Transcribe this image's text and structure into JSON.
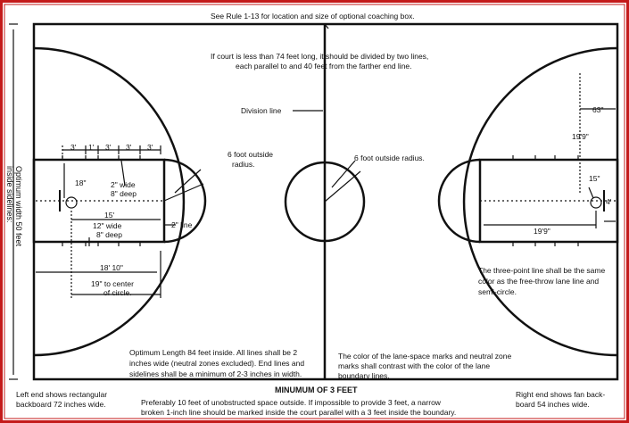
{
  "colors": {
    "frame": "#c41a1a",
    "ink": "#111111",
    "background": "#ffffff"
  },
  "annotations": {
    "coaching_box_note": "See Rule 1-13 for location and size of optional coaching box.",
    "short_court_note_1": "If court is less than 74 feet long, it should be divided by two lines,",
    "short_court_note_2": "each parallel to and  40 feet from the farther end line.",
    "division_line": "Division line",
    "width_note_1": "Optimum width 50 feet",
    "width_note_2": "inside sidelines:",
    "lane_mark_left_1": "3'",
    "lane_mark_left_2": "1'",
    "lane_mark_left_3": "3'",
    "lane_mark_left_4": "3'",
    "lane_mark_left_5": "3'",
    "radius_left_1": "6 foot outside",
    "radius_left_2": "radius.",
    "radius_center": "6 foot outside radius.",
    "left_18in": "18\"",
    "wide_2in_1": "2\" wide",
    "wide_2in_2": "8\" deep",
    "dim_15ft": "15'",
    "wide_12in_1": "12\" wide",
    "wide_12in_2": "8\" deep",
    "line_2in": "2\" line",
    "dim_18_10": "18' 10\"",
    "dim_19_center_1": "19\" to center",
    "dim_19_center_2": "of circle.",
    "dim_63": "63\"",
    "dim_19_9_upper": "19'9\"",
    "dim_15in": "15\"",
    "dim_19_9_lane": "19'9\"",
    "dim_4ft": "4'",
    "three_point_1": "The three-point line shall be the same",
    "three_point_2": "color as the free-throw lane line and",
    "three_point_3": "semi-circle.",
    "length_note_1": "Optimum Length  84 feet inside.  All lines shall be 2",
    "length_note_2": "inches wide (neutral zones excluded). End lines and",
    "length_note_3": "sidelines shall be a minimum of 2-3 inches in width.",
    "lane_color_1": "The color of the lane-space marks and neutral zone",
    "lane_color_2": "marks shall contrast with the color of the lane",
    "lane_color_3": "boundary lines.",
    "minimum_title": "MINUMUM OF 3 FEET",
    "minimum_note_1": "Preferably 10 feet of unobstructed space outside.  If impossible to provide 3 feet, a narrow",
    "minimum_note_2": "broken 1-inch line should be marked inside the court parallel with a 3 feet inside the boundary.",
    "left_end_1": "Left end shows rectangular",
    "left_end_2": "backboard 72 inches wide.",
    "right_end_1": "Right end shows fan back-",
    "right_end_2": "board 54 inches wide."
  }
}
